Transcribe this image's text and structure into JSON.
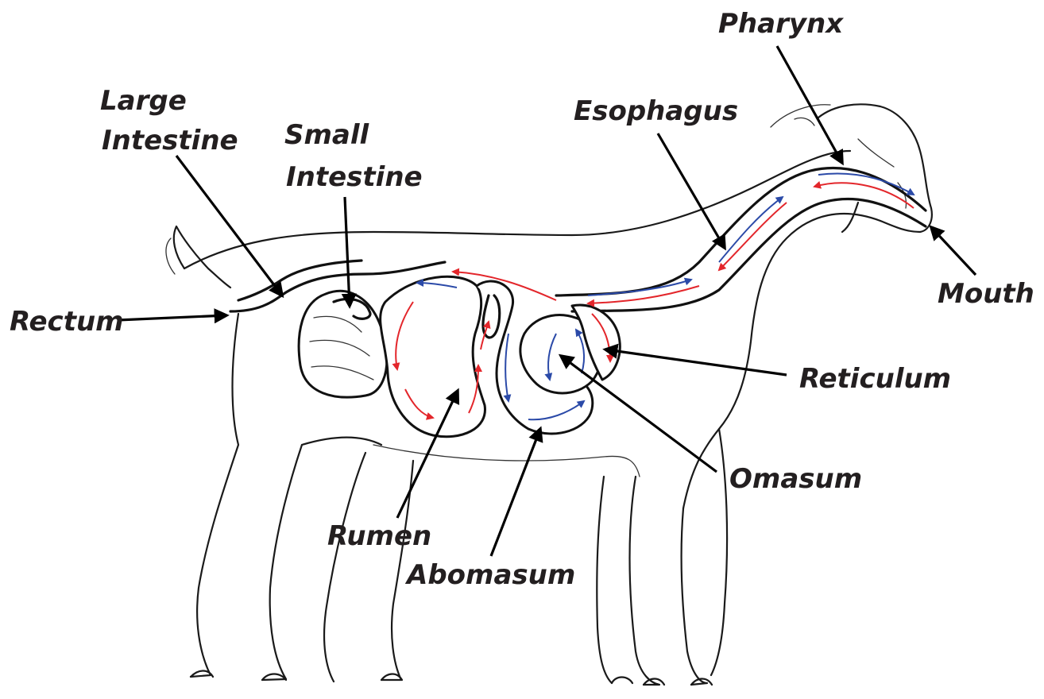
{
  "labels": {
    "pharynx": "Pharynx",
    "large_intestine_1": "Large",
    "large_intestine_2": "Intestine",
    "esophagus": "Esophagus",
    "small_intestine_1": "Small",
    "small_intestine_2": "Intestine",
    "rectum": "Rectum",
    "mouth": "Mouth",
    "reticulum": "Reticulum",
    "omasum": "Omasum",
    "rumen": "Rumen",
    "abomasum": "Abomasum"
  },
  "colors": {
    "outline": "#1a1a1a",
    "flow_forward": "#e3262b",
    "flow_return": "#2b4aa8",
    "text": "#231f20"
  }
}
